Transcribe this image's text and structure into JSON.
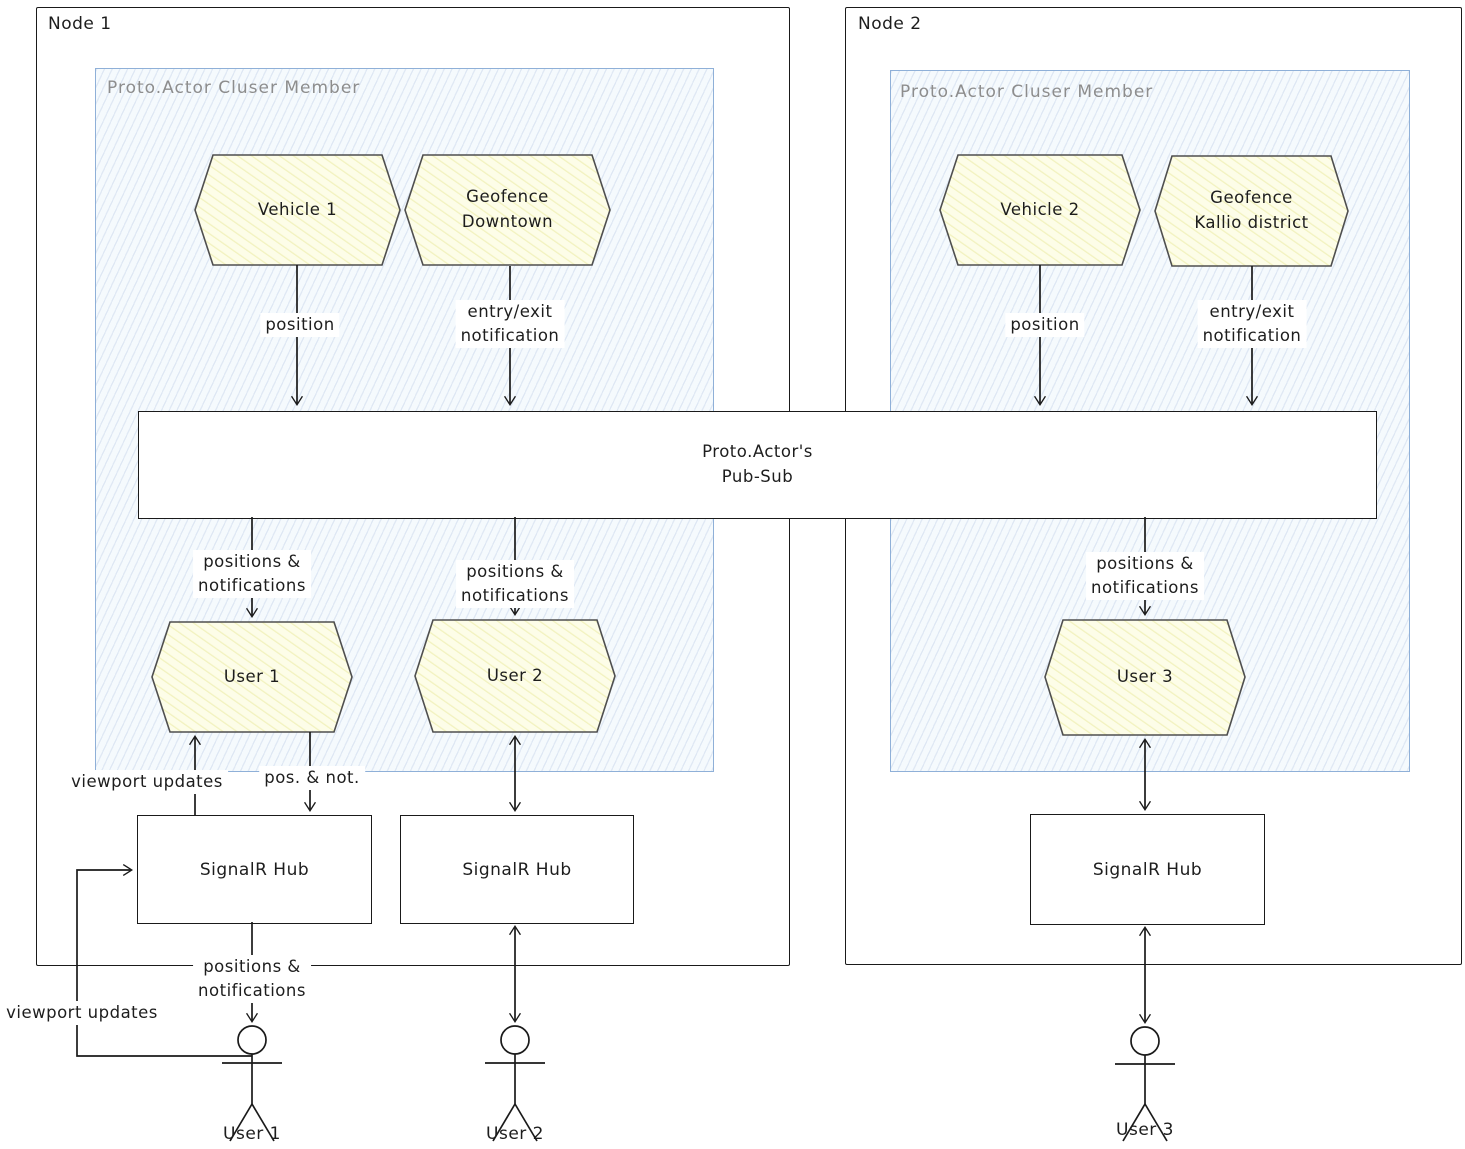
{
  "colors": {
    "hexagon_fill": "#fcfcdf",
    "hexagon_border": "#4f4f4f",
    "cluster_border": "#8fb0d8",
    "cluster_fill": "#f3f8fd",
    "cluster_label_color": "#8d8d8d",
    "line_color": "#1a1a1a"
  },
  "pubsub": {
    "label": "Proto.Actor's\nPub-Sub"
  },
  "node1": {
    "title": "Node 1",
    "cluster_label": "Proto.Actor Cluser Member",
    "hex_vehicle": "Vehicle 1",
    "hex_geofence": "Geofence\nDowntown",
    "hex_user_a": "User 1",
    "hex_user_b": "User 2",
    "lbl_position": "position",
    "lbl_entry_exit": "entry/exit\nnotification",
    "lbl_positions_a": "positions &\nnotifications",
    "lbl_positions_b": "positions &\nnotifications",
    "lbl_viewport_updates": "viewport updates",
    "lbl_pos_not": "pos. & not.",
    "hub_a": "SignalR Hub",
    "hub_b": "SignalR Hub",
    "lbl_hub_positions": "positions &\nnotifications",
    "lbl_viewport_outer": "viewport updates",
    "actor_a": "User 1",
    "actor_b": "User 2"
  },
  "node2": {
    "title": "Node 2",
    "cluster_label": "Proto.Actor Cluser Member",
    "hex_vehicle": "Vehicle 2",
    "hex_geofence": "Geofence\nKallio district",
    "hex_user": "User 3",
    "lbl_position": "position",
    "lbl_entry_exit": "entry/exit\nnotification",
    "lbl_positions": "positions &\nnotifications",
    "hub": "SignalR Hub",
    "actor": "User 3"
  }
}
